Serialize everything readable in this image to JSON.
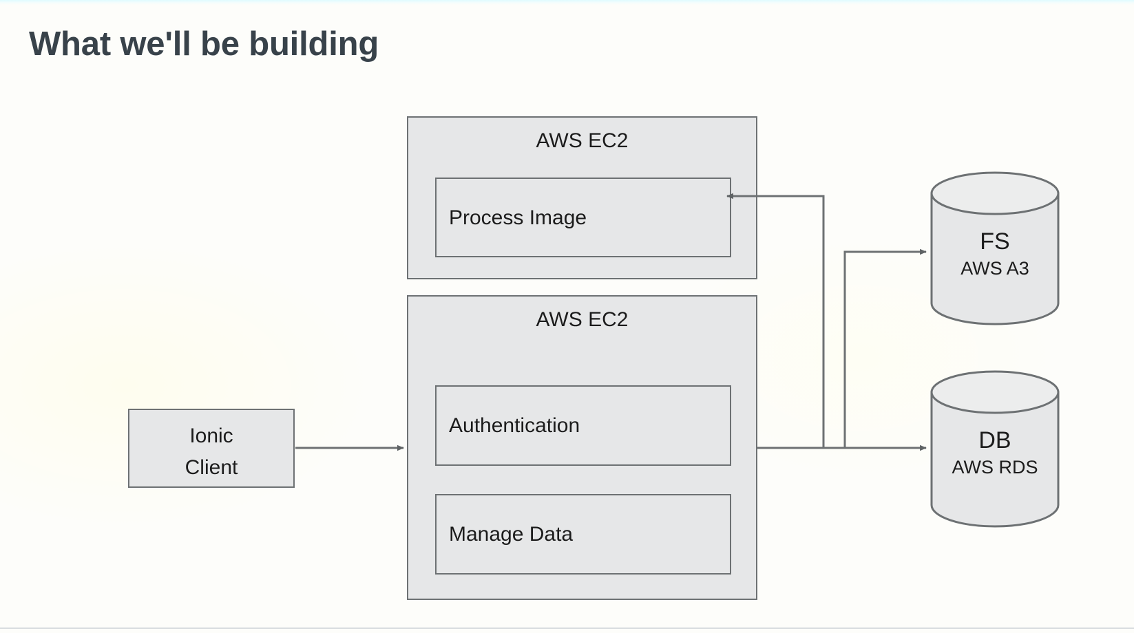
{
  "slide": {
    "title": "What we'll be building",
    "background_color": "#fdfdfa",
    "title_color": "#38424a"
  },
  "diagram": {
    "box_fill": "#e6e7e8",
    "box_stroke": "#6d7173",
    "connector_color": "#6d7173",
    "client": {
      "line1": "Ionic",
      "line2": "Client"
    },
    "groups": [
      {
        "id": "ec2-top",
        "title": "AWS EC2",
        "components": [
          {
            "id": "process-image",
            "label": "Process Image"
          }
        ]
      },
      {
        "id": "ec2-bottom",
        "title": "AWS EC2",
        "components": [
          {
            "id": "authentication",
            "label": "Authentication"
          },
          {
            "id": "manage-data",
            "label": "Manage Data"
          }
        ]
      }
    ],
    "datastores": [
      {
        "id": "fs",
        "title": "FS",
        "subtitle": "AWS A3"
      },
      {
        "id": "db",
        "title": "DB",
        "subtitle": "AWS RDS"
      }
    ],
    "connectors": [
      {
        "id": "client-to-ec2",
        "from": "Ionic Client",
        "to": "AWS EC2 (Authentication)",
        "arrow": "to"
      },
      {
        "id": "ec2-to-db",
        "from": "AWS EC2 (bottom)",
        "to": "DB AWS RDS",
        "arrow": "to"
      },
      {
        "id": "ec2-to-fs",
        "from": "AWS EC2 (bottom)",
        "to": "FS AWS A3",
        "arrow": "to"
      },
      {
        "id": "bus-to-process-image",
        "from": "AWS EC2 (bottom)",
        "to": "Process Image",
        "arrow": "to"
      }
    ]
  }
}
